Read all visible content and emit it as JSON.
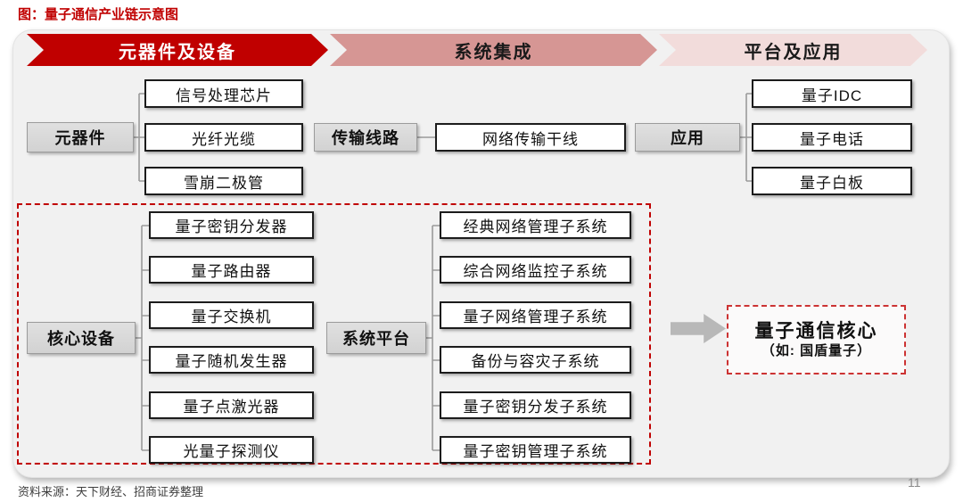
{
  "page": {
    "title": "图：量子通信产业链示意图",
    "source_note": "资料来源：天下财经、招商证券整理",
    "page_number": "11"
  },
  "banners": [
    {
      "label": "元器件及设备"
    },
    {
      "label": "系统集成"
    },
    {
      "label": "平台及应用"
    }
  ],
  "groups": {
    "components": {
      "label": "元器件",
      "children": [
        "信号处理芯片",
        "光纤光缆",
        "雪崩二极管"
      ]
    },
    "transmission": {
      "label": "传输线路",
      "children": [
        "网络传输干线"
      ]
    },
    "application": {
      "label": "应用",
      "children": [
        "量子IDC",
        "量子电话",
        "量子白板"
      ]
    },
    "core_equipment": {
      "label": "核心设备",
      "children": [
        "量子密钥分发器",
        "量子路由器",
        "量子交换机",
        "量子随机发生器",
        "量子点激光器",
        "光量子探测仪"
      ]
    },
    "system_platform": {
      "label": "系统平台",
      "children": [
        "经典网络管理子系统",
        "综合网络监控子系统",
        "量子网络管理子系统",
        "备份与容灾子系统",
        "量子密钥分发子系统",
        "量子密钥管理子系统"
      ]
    }
  },
  "core_callout": {
    "line1": "量子通信核心",
    "line2": "（如: 国盾量子）"
  },
  "colors": {
    "accent_red": "#C00000",
    "banner_stage1": "#C00000",
    "banner_stage2": "#D69694",
    "banner_stage3": "#F2DCDB",
    "gray_label_fill": "#D9D9D9",
    "panel_background": "#F1F1F1",
    "connector_gray": "#9A9A9A"
  }
}
